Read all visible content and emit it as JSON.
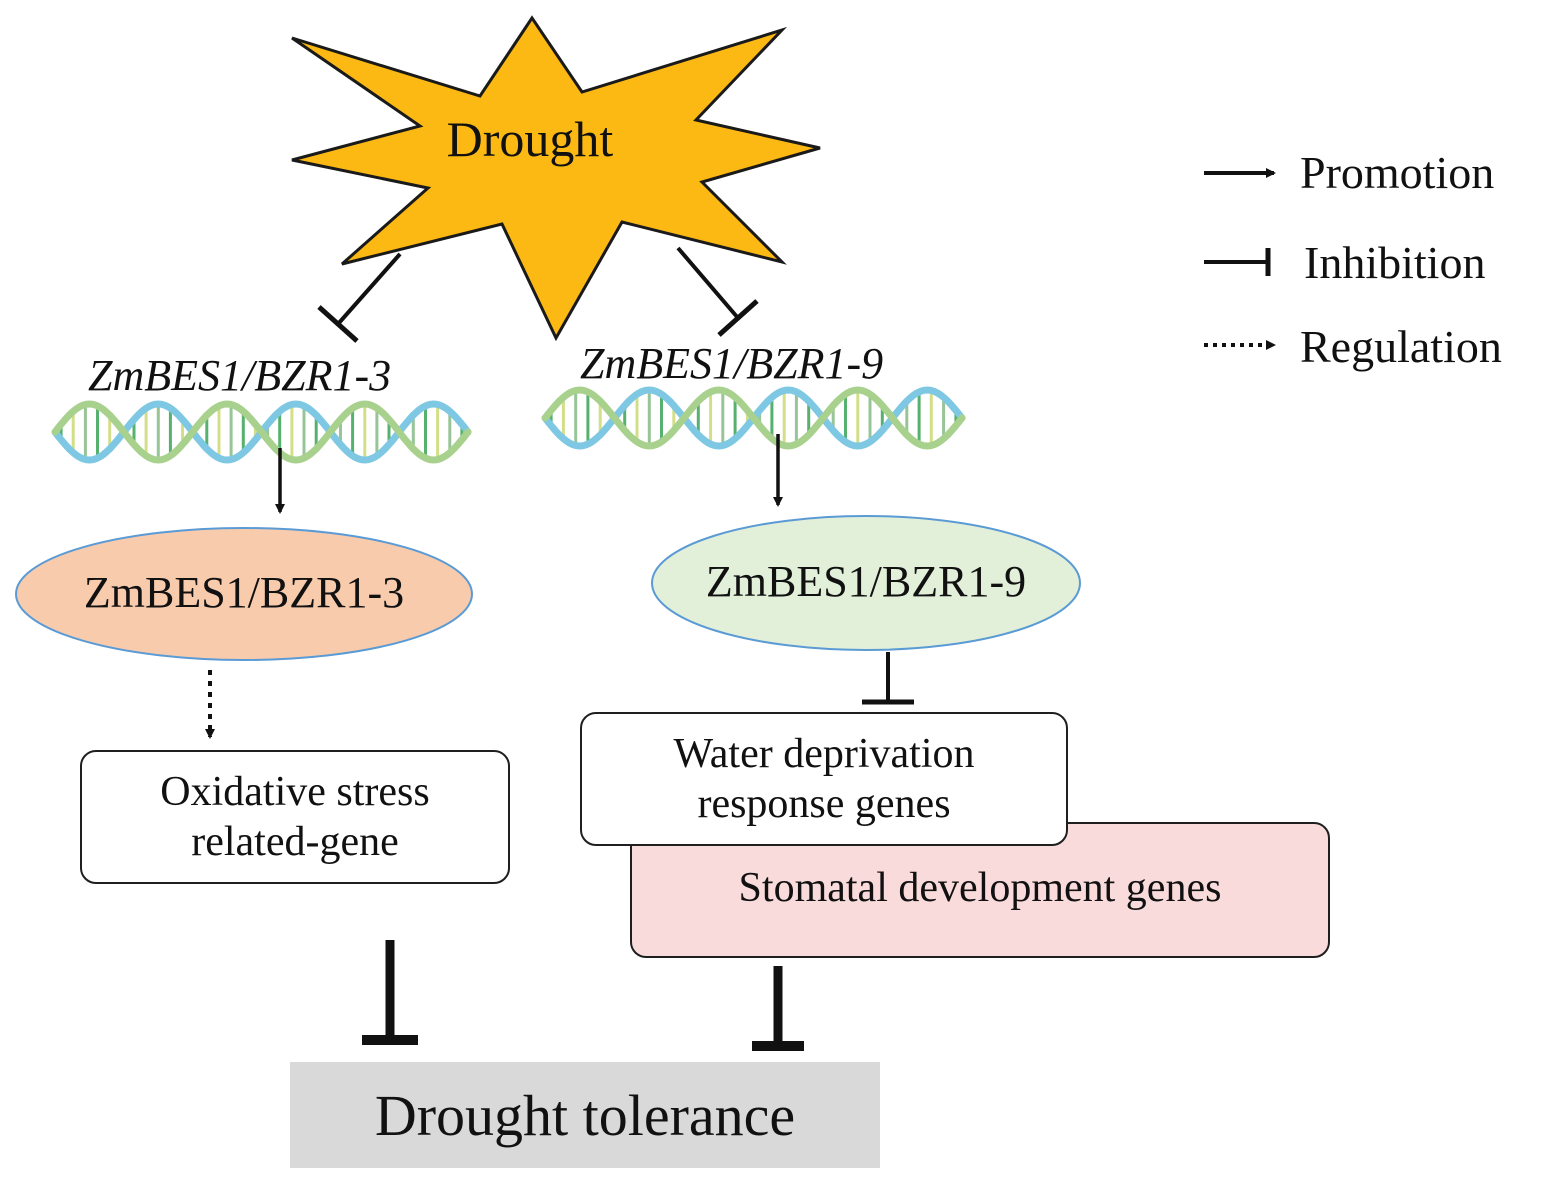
{
  "stimulus": {
    "label": "Drought",
    "fill_color": "#FDB913",
    "stroke_color": "#1a1a1a"
  },
  "genes": [
    {
      "id": "bzr1-3",
      "gene_label": "ZmBES1/BZR1-3",
      "protein_label": "ZmBES1/BZR1-3",
      "protein_color": "#F8CBAD",
      "protein_border": "#5B9BD5"
    },
    {
      "id": "bzr1-9",
      "gene_label": "ZmBES1/BZR1-9",
      "protein_label": "ZmBES1/BZR1-9",
      "protein_color": "#E2F0D9",
      "protein_border": "#5B9BD5"
    }
  ],
  "targets": {
    "oxidative": {
      "line1": "Oxidative stress",
      "line2": "related-gene"
    },
    "water": {
      "line1": "Water deprivation",
      "line2": "response genes"
    },
    "stomatal": {
      "label": "Stomatal development genes",
      "fill_color": "#FADBDB"
    }
  },
  "outcome": {
    "label": "Drought tolerance",
    "fill_color": "#D9D9D9"
  },
  "legend": {
    "promotion": "Promotion",
    "inhibition": "Inhibition",
    "regulation": "Regulation"
  },
  "dna_colors": {
    "strand_a": "#7EC8E3",
    "strand_b": "#A9D18E",
    "rungs": [
      "#2E9E4A",
      "#C9D86B",
      "#7FB77E"
    ]
  }
}
